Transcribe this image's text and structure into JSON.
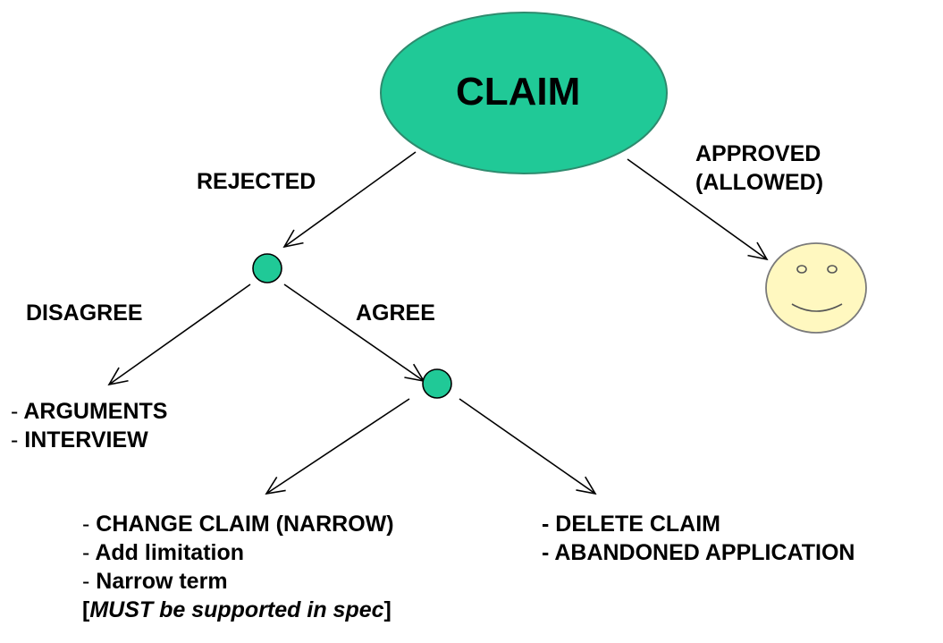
{
  "claim_node": {
    "label": "CLAIM",
    "fill": "#20C997",
    "stroke": "#2E8B6E"
  },
  "branches": {
    "rejected": "REJECTED",
    "approved_line1": "APPROVED",
    "approved_line2": "(ALLOWED)",
    "disagree": "DISAGREE",
    "agree": "AGREE"
  },
  "decision_node_color": "#20C997",
  "smiley": {
    "fill": "#FFF8C0",
    "stroke": "#7A7A7A"
  },
  "disagree_options": {
    "dash": "-",
    "items": [
      "ARGUMENTS",
      "INTERVIEW"
    ]
  },
  "change_options": {
    "dash": "-",
    "items": [
      "CHANGE CLAIM (NARROW)",
      "Add limitation",
      "Narrow term"
    ],
    "note_open": "[",
    "note_italic": "MUST be supported in spec",
    "note_close": "]"
  },
  "delete_options": {
    "items": [
      "- DELETE CLAIM",
      "- ABANDONED APPLICATION"
    ]
  }
}
